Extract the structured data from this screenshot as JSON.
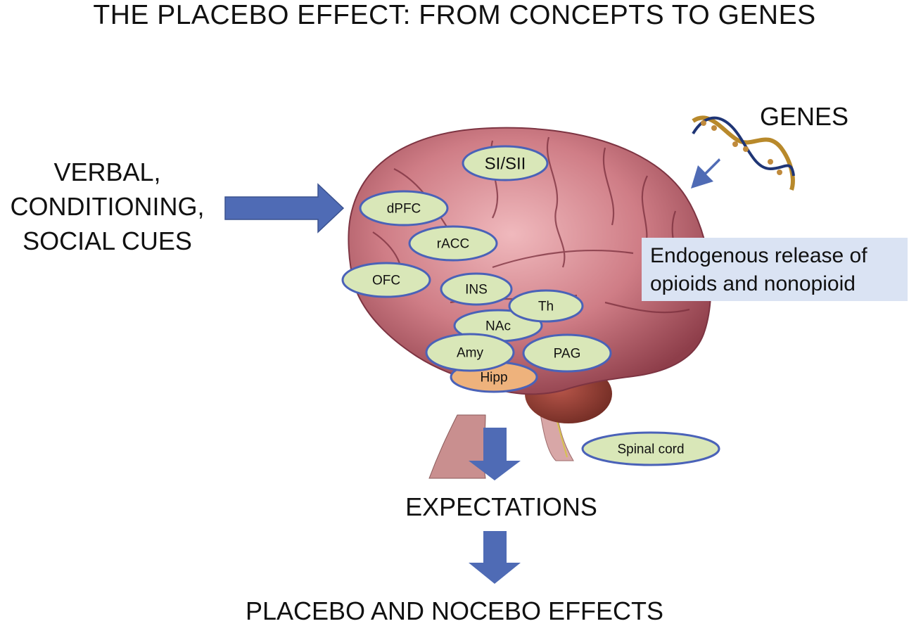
{
  "title": "THE PLACEBO EFFECT: FROM CONCEPTS TO GENES",
  "inputs": {
    "lines": [
      "VERBAL,",
      "CONDITIONING,",
      "SOCIAL CUES"
    ]
  },
  "genes": {
    "label": "GENES",
    "icon": "dna-helix-icon"
  },
  "endogenous_box": {
    "lines": [
      "Endogenous release of",
      "opioids and nonopioid"
    ]
  },
  "brain_regions": [
    {
      "id": "si-sii",
      "label": "SI/SII",
      "fill": "#d9e7b8"
    },
    {
      "id": "dpfc",
      "label": "dPFC",
      "fill": "#d9e7b8"
    },
    {
      "id": "racc",
      "label": "rACC",
      "fill": "#d9e7b8"
    },
    {
      "id": "ofc",
      "label": "OFC",
      "fill": "#d9e7b8"
    },
    {
      "id": "ins",
      "label": "INS",
      "fill": "#d9e7b8"
    },
    {
      "id": "th",
      "label": "Th",
      "fill": "#d9e7b8"
    },
    {
      "id": "nac",
      "label": "NAc",
      "fill": "#d9e7b8"
    },
    {
      "id": "amy",
      "label": "Amy",
      "fill": "#d9e7b8"
    },
    {
      "id": "pag",
      "label": "PAG",
      "fill": "#d9e7b8"
    },
    {
      "id": "hipp",
      "label": "Hipp",
      "fill": "#eeb27c"
    },
    {
      "id": "spinal-cord",
      "label": "Spinal cord",
      "fill": "#d9e7b8"
    }
  ],
  "flow": {
    "expectations": "EXPECTATIONS",
    "outcome": "PLACEBO AND NOCEBO EFFECTS"
  },
  "colors": {
    "arrow": "#4f6bb5",
    "ellipse_stroke": "#4a62b8",
    "region_fill": "#d9e7b8",
    "hipp_fill": "#eeb27c",
    "brain": "#c9717c",
    "endo_box": "#dae3f3"
  }
}
